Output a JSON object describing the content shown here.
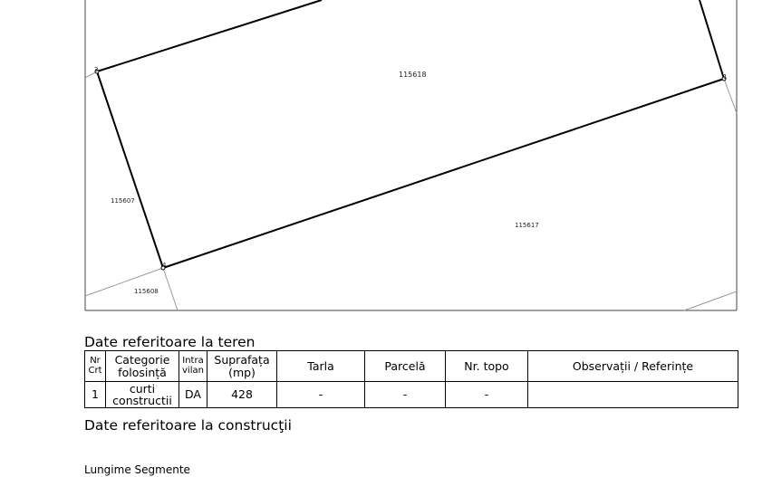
{
  "plan": {
    "main_parcel_label": "115618",
    "neighbor_labels": [
      "115607",
      "115617",
      "115608"
    ],
    "vertex_labels": [
      "1",
      "3",
      "4"
    ]
  },
  "teren": {
    "title": "Date referitoare la teren",
    "headers": [
      "Nr Crt",
      "Categorie folosință",
      "Intra vilan",
      "Suprafața (mp)",
      "Tarla",
      "Parcelă",
      "Nr. topo",
      "Observații / Referințe"
    ],
    "rows": [
      [
        "1",
        "curti constructii",
        "DA",
        "428",
        "-",
        "-",
        "-",
        ""
      ]
    ]
  },
  "constructii": {
    "title": "Date referitoare la construcţii"
  },
  "segmente": {
    "title": "Lungime Segmente"
  }
}
